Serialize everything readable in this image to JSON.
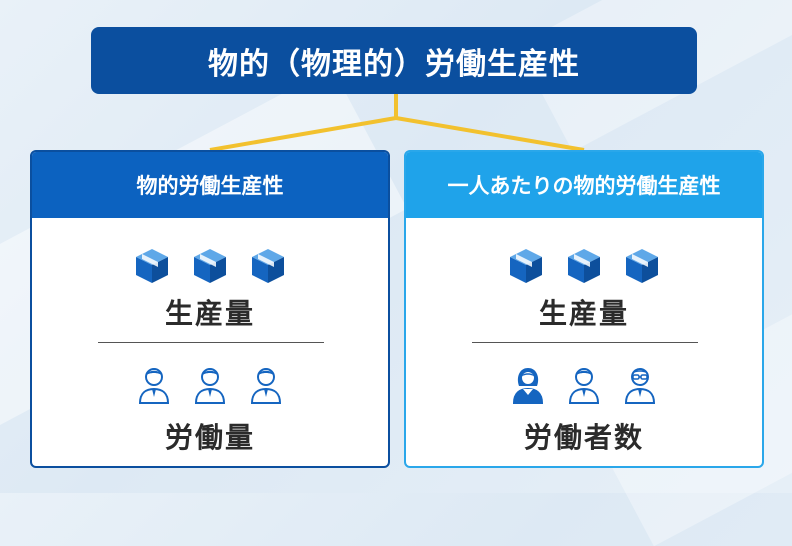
{
  "title": "物的（物理的）労働生産性",
  "colors": {
    "title_bg": "#0b4f9f",
    "left_header": "#0c62c0",
    "right_header": "#1fa3ea",
    "connector": "#f2c12e",
    "icon_primary": "#1565c0",
    "icon_light": "#5fa8e8"
  },
  "left_panel": {
    "heading": "物的労働生産性",
    "numerator": "生産量",
    "denominator": "労働量",
    "numerator_icons": [
      "box-icon",
      "box-icon",
      "box-icon"
    ],
    "denominator_icons": [
      "male-worker-icon",
      "male-worker-icon",
      "male-worker-icon"
    ]
  },
  "right_panel": {
    "heading": "一人あたりの物的労働生産性",
    "numerator": "生産量",
    "denominator": "労働者数",
    "numerator_icons": [
      "box-icon",
      "box-icon",
      "box-icon"
    ],
    "denominator_icons": [
      "female-worker-icon",
      "male-worker-icon",
      "glasses-worker-icon"
    ]
  }
}
